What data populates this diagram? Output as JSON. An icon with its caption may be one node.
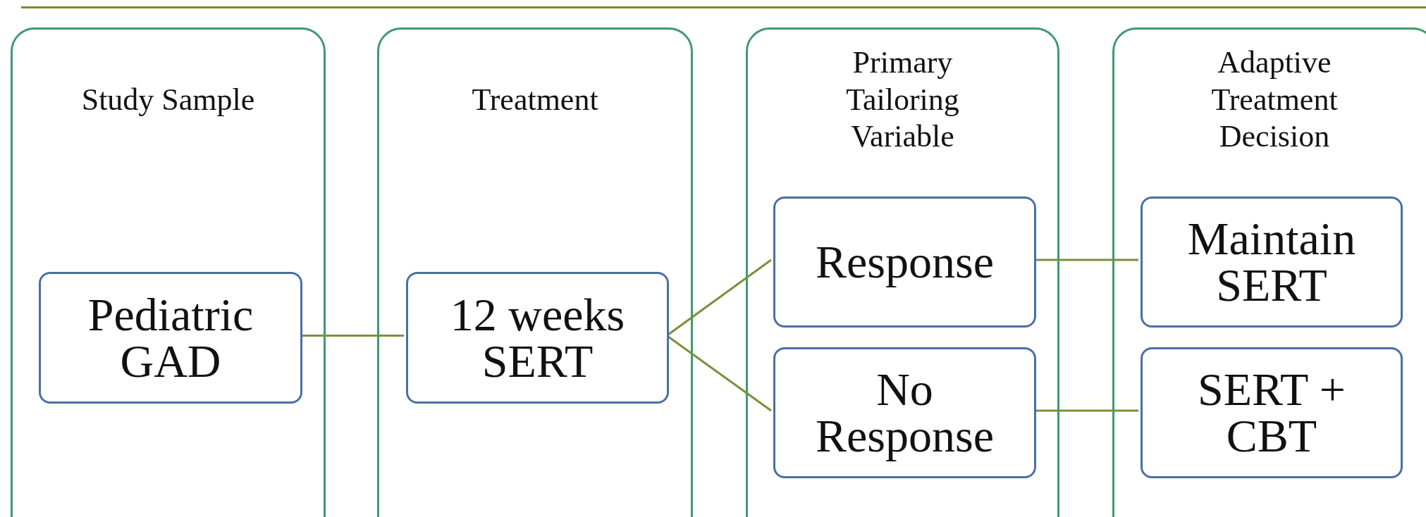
{
  "diagram": {
    "nodes": [
      {
        "text": [
          "Study Sample"
        ]
      },
      {
        "text": [
          "Pediatric GAD"
        ],
        "in": 0
      },
      {
        "text": [
          "Treatment"
        ]
      },
      {
        "text": [
          "12 weeks SERT"
        ],
        "in": 2
      },
      {
        "text": [
          "Primary Tailoring Variable"
        ]
      },
      {
        "text": [
          "Response"
        ],
        "in": 4
      },
      {
        "text": [
          "No Response"
        ],
        "in": 4
      },
      {
        "text": [
          "Adaptive Treatment Decision"
        ]
      },
      {
        "text": [
          "Maintain SERT"
        ],
        "in": 7
      },
      {
        "text": [
          "SERT + CBT"
        ],
        "in": 7
      }
    ],
    "edges": [
      {
        "from": 1,
        "to": 3,
        "arrow": "none"
      },
      {
        "from": 3,
        "to": 5,
        "arrow": "none"
      },
      {
        "from": 3,
        "to": 6,
        "arrow": "none"
      },
      {
        "from": 5,
        "to": 8,
        "arrow": "none"
      },
      {
        "from": 6,
        "to": 9,
        "arrow": "none"
      }
    ]
  }
}
